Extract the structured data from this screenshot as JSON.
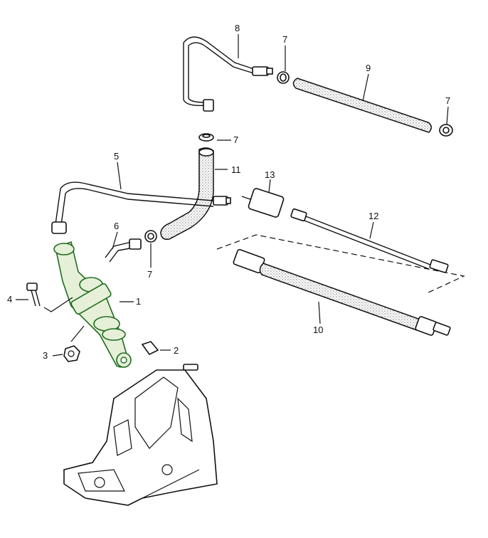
{
  "diagram": {
    "callouts": [
      {
        "id": "c1",
        "text": "1"
      },
      {
        "id": "c2",
        "text": "2"
      },
      {
        "id": "c3",
        "text": "3"
      },
      {
        "id": "c4",
        "text": "4"
      },
      {
        "id": "c5",
        "text": "5"
      },
      {
        "id": "c6",
        "text": "6"
      },
      {
        "id": "c7a",
        "text": "7"
      },
      {
        "id": "c7b",
        "text": "7"
      },
      {
        "id": "c7c",
        "text": "7"
      },
      {
        "id": "c7d",
        "text": "7"
      },
      {
        "id": "c8",
        "text": "8"
      },
      {
        "id": "c9",
        "text": "9"
      },
      {
        "id": "c10",
        "text": "10"
      },
      {
        "id": "c11",
        "text": "11"
      },
      {
        "id": "c12",
        "text": "12"
      },
      {
        "id": "c13",
        "text": "13"
      }
    ],
    "colors": {
      "line": "#111111",
      "highlight_stroke": "#1f6b1f",
      "highlight_fill": "#e6f0d8"
    }
  }
}
